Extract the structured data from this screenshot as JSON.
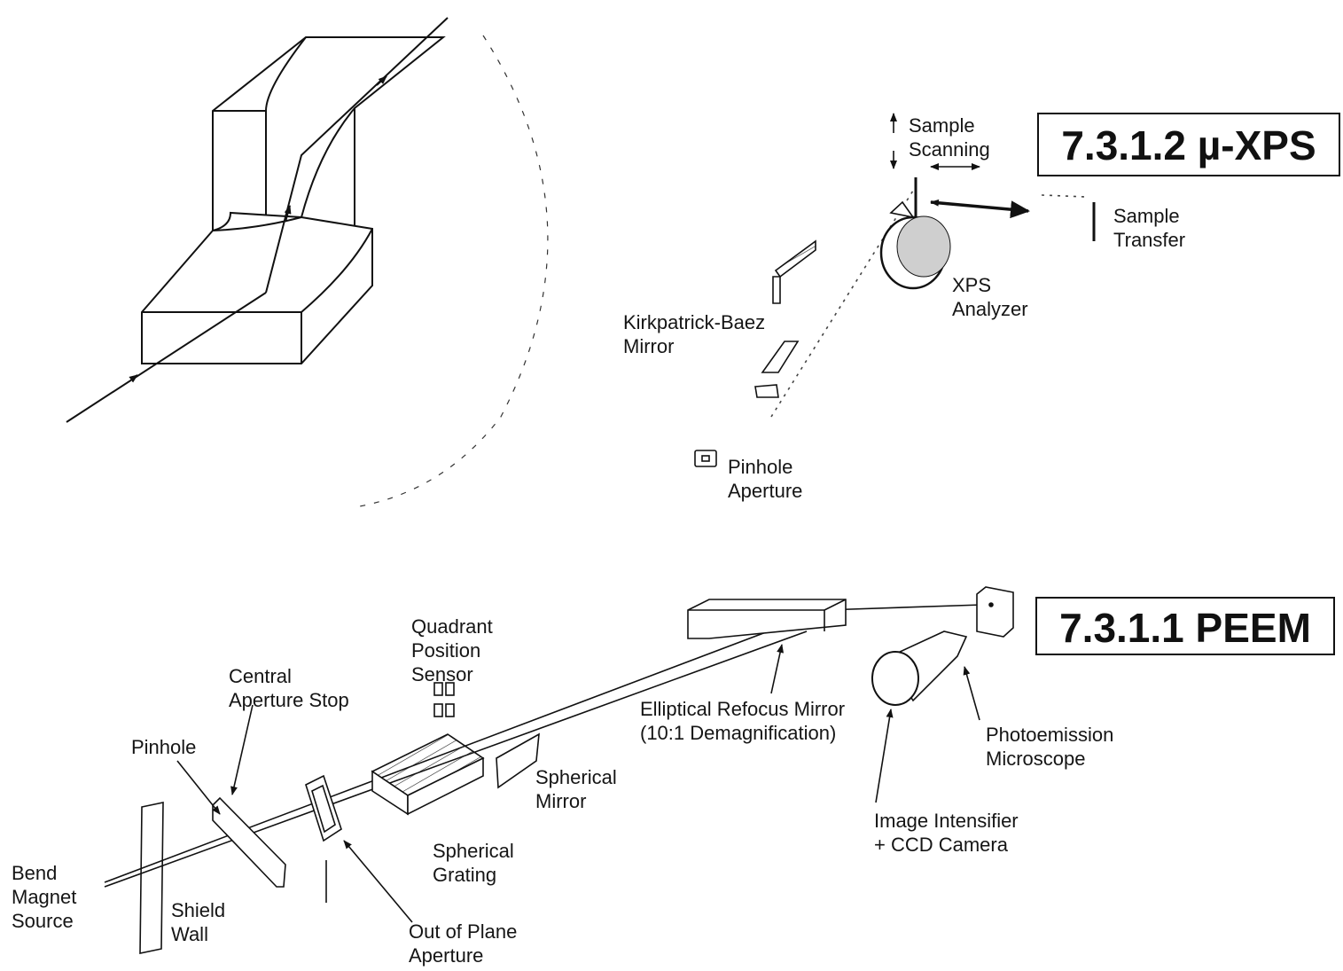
{
  "upper_system": {
    "title": "7.3.1.2 µ-XPS",
    "sample_scanning": "Sample\nScanning",
    "sample_transfer": "Sample\nTransfer",
    "xps_analyzer": "XPS\nAnalyzer",
    "kb_mirror": "Kirkpatrick-Baez\nMirror",
    "pinhole_aperture": "Pinhole\nAperture"
  },
  "lower_system": {
    "title": "7.3.1.1 PEEM",
    "bend_magnet_source": "Bend\nMagnet\nSource",
    "shield_wall": "Shield\nWall",
    "pinhole": "Pinhole",
    "central_aperture_stop": "Central\nAperture Stop",
    "quadrant_position_sensor": "Quadrant\nPosition\nSensor",
    "out_of_plane_aperture": "Out of Plane\nAperture",
    "spherical_grating": "Spherical\nGrating",
    "spherical_mirror": "Spherical\nMirror",
    "elliptical_refocus_mirror": "Elliptical Refocus Mirror\n(10:1 Demagnification)",
    "photoemission_microscope": "Photoemission\nMicroscope",
    "image_intensifier": "Image Intensifier\n+ CCD Camera"
  },
  "colors": {
    "ink": "#111111",
    "paper": "#ffffff"
  }
}
